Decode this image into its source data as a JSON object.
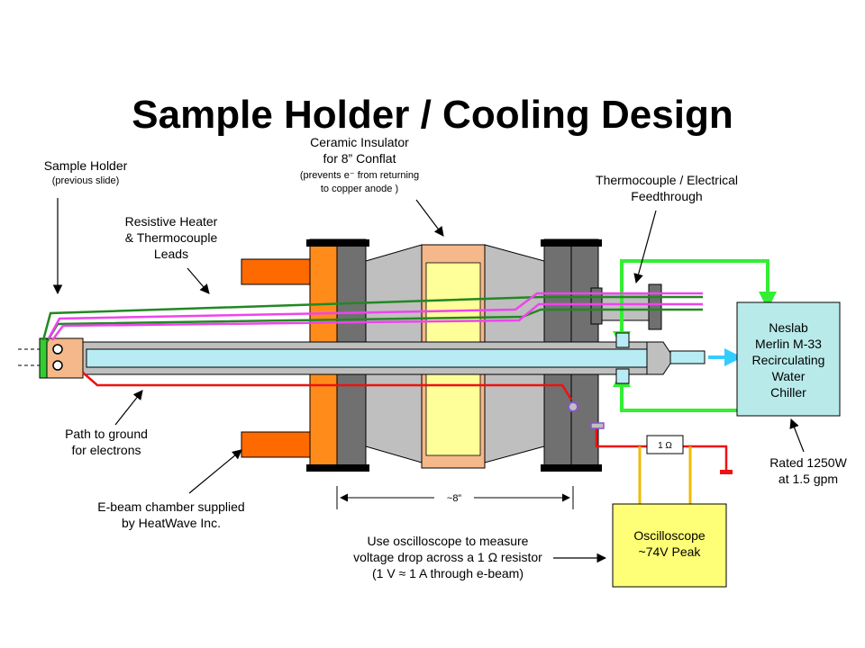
{
  "title": "Sample Holder / Cooling Design",
  "labels": {
    "sample_holder": {
      "line1": "Sample Holder",
      "line2": "(previous slide)"
    },
    "ceramic": {
      "line1": "Ceramic Insulator",
      "line2": "for 8” Conflat",
      "line3": "(prevents e⁻ from returning",
      "line4": "to copper anode )"
    },
    "thermocouple_feedthrough": {
      "line1": "Thermocouple / Electrical",
      "line2": "Feedthrough"
    },
    "heater": {
      "line1": "Resistive Heater",
      "line2": "& Thermocouple",
      "line3": "Leads"
    },
    "path_ground": {
      "line1": "Path to ground",
      "line2": "for electrons"
    },
    "ebeam_chamber": {
      "line1": "E-beam chamber supplied",
      "line2": "by HeatWave Inc."
    },
    "dimension": "~8”",
    "oscilloscope_note": {
      "line1": "Use oscilloscope to measure",
      "line2": "voltage drop across a 1 Ω resistor",
      "line3": "(1 V ≈ 1 A through e-beam)"
    },
    "resistor": "1 Ω",
    "rated": {
      "line1": "Rated 1250W",
      "line2": "at 1.5 gpm"
    }
  },
  "chiller": {
    "line1": "Neslab",
    "line2": "Merlin M-33",
    "line3": "Recirculating",
    "line4": "Water",
    "line5": "Chiller"
  },
  "oscilloscope": {
    "line1": "Oscilloscope",
    "line2": "~74V Peak"
  },
  "colors": {
    "orange": "#ff6a00",
    "flange_orange": "#ff8c1a",
    "gray": "#bfbfbf",
    "dark_gray": "#707070",
    "ceramic": "#ffff99",
    "ceramic_tan": "#f5b88a",
    "green_water": "#33ee33",
    "cyan_water": "#33ccff",
    "magenta": "#ee44ee",
    "red": "#ee1111",
    "dark_green": "#228822",
    "yellow_wire": "#eebb00",
    "chiller_fill": "#b8eaea",
    "scope_fill": "#ffff77",
    "tube_fill": "#b8ecf4"
  }
}
